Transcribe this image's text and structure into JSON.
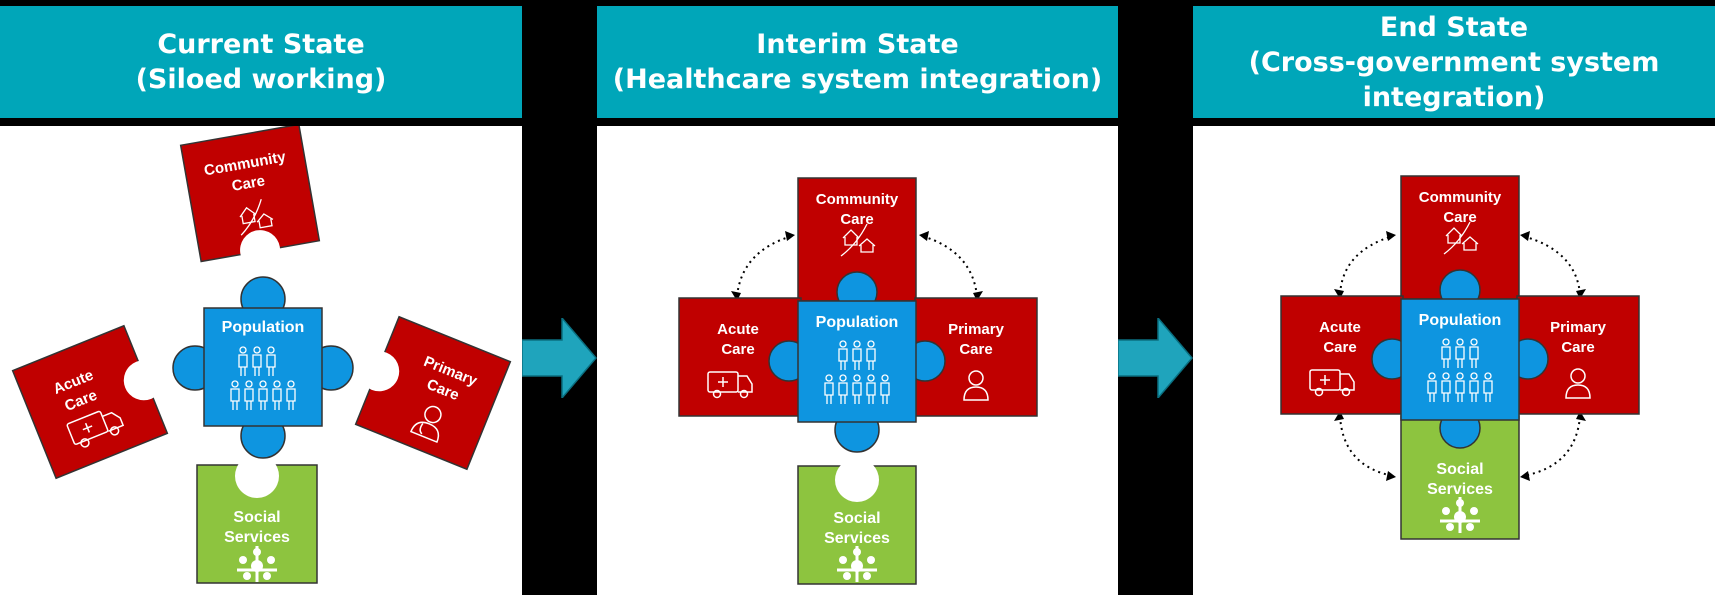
{
  "panels": [
    {
      "title_line1": "Current State",
      "title_line2": "(Siloed working)",
      "title_line3": ""
    },
    {
      "title_line1": "Interim State",
      "title_line2": "(Healthcare system integration)",
      "title_line3": ""
    },
    {
      "title_line1": "End State",
      "title_line2": "(Cross-government system",
      "title_line3": "integration)"
    }
  ],
  "pieces": {
    "community": {
      "line1": "Community",
      "line2": "Care"
    },
    "acute": {
      "line1": "Acute",
      "line2": "Care"
    },
    "population": {
      "line1": "Population"
    },
    "primary": {
      "line1": "Primary",
      "line2": "Care"
    },
    "social": {
      "line1": "Social",
      "line2": "Services"
    }
  },
  "colors": {
    "header": "#00A6B9",
    "red": "#C00000",
    "blue": "#0E95E0",
    "green": "#8DC43F",
    "arrow": "#1FA4BC"
  }
}
